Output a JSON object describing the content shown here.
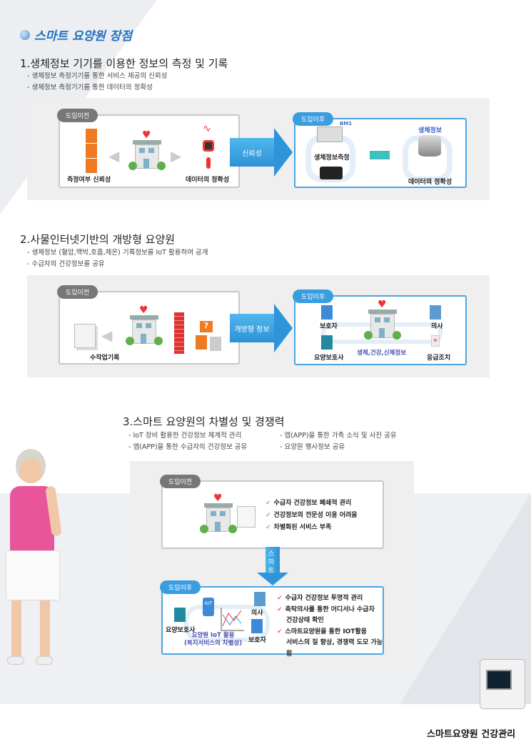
{
  "title": "스마트 요양원 장점",
  "s1": {
    "heading": "1.생체정보 기기를 이용한 정보의 측정 및 기록",
    "bullets": [
      "- 생체정보 측정기기를 통한 서비스 제공의 신뢰성",
      "- 생체정보 측정기기를 통한 데이터의 정확성"
    ],
    "before_tag": "도입이전",
    "after_tag": "도입이후",
    "before_left": "측정여부 신뢰성",
    "before_right": "데이터의 정확성",
    "arrow": "신뢰성",
    "device_label": "BM1",
    "after_measure": "생체정보측정",
    "after_db": "생체정보",
    "after_right": "데이터의 정확성"
  },
  "s2": {
    "heading": "2.사물인터넷기반의 개방형 요양원",
    "bullets": [
      "- 생체정보 (혈압,맥박,호흡,체온) 기록정보를 IoT 활용하여 공개",
      "- 수급자의 건강정보를 공유"
    ],
    "before_tag": "도입이전",
    "after_tag": "도입이후",
    "before_label": "수작업기록",
    "question": "?",
    "arrow": "개방형 정보",
    "guardian": "보호자",
    "doctor": "의사",
    "caregiver": "요양보호사",
    "emergency": "응급조치",
    "center": "생체,건강,신체정보"
  },
  "s3": {
    "heading": "3.스마트 요양원의 차별성 및 경쟁력",
    "bullets_left": [
      "- IoT 장비 활용한 건강정보 체계적 관리",
      "- 앱(APP)을 통한 수급자의 건강정보 공유"
    ],
    "bullets_right": [
      "- 앱(APP)을 통한 가족 소식 및 사진 공유",
      "- 요양원 행사정보 공유"
    ],
    "before_tag": "도입이전",
    "before_checks": [
      "수급자 건강정보 폐쇄적 관리",
      "건강정보의 전문성 이용 어려움",
      "차별화된 서비스 부족"
    ],
    "arrow": [
      "스",
      "마",
      "트"
    ],
    "after_tag": "도입이후",
    "iot": "IoT",
    "doctor": "의사",
    "caregiver": "요양보호사",
    "guardian": "보호자",
    "center": [
      "요양원 IoT 활용",
      "(복지서비스의 차별성)"
    ],
    "after_checks": [
      "수급자 건강정보 투명적 관리",
      "촉탁의사를 통한 어디서나 수급자",
      "건강상태 확인",
      "스마트요양원을 통한 IOT활용",
      "서비스의 질 향상, 경쟁력 도모 가능함"
    ]
  },
  "footer": "스마트요양원 건강관리"
}
